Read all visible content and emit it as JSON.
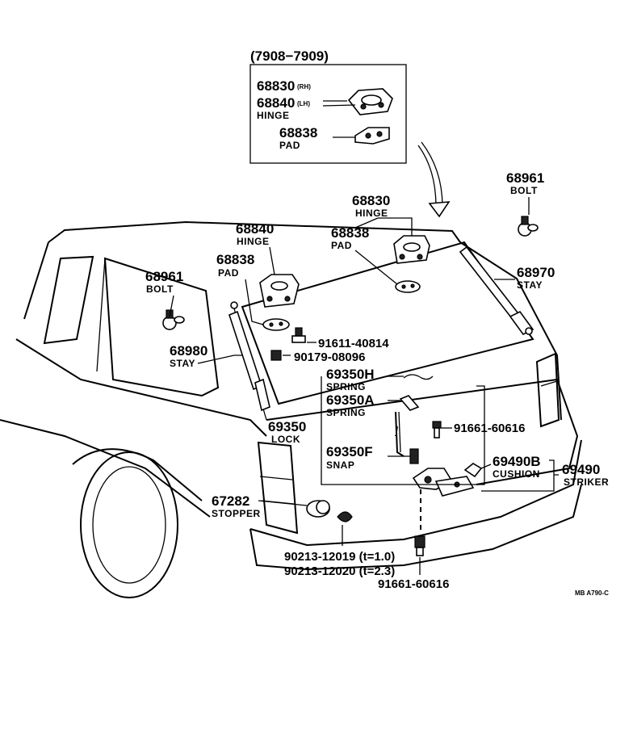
{
  "inset": {
    "title": "(7908−7909)",
    "hinge_rh": "68830",
    "hinge_rh_side": "(RH)",
    "hinge_lh": "68840",
    "hinge_lh_side": "(LH)",
    "hinge_label": "HINGE",
    "pad_num": "68838",
    "pad_label": "PAD"
  },
  "callouts": {
    "bolt_right_num": "68961",
    "bolt_right_label": "BOLT",
    "hinge_right_num": "68830",
    "hinge_right_label": "HINGE",
    "hinge_left_num": "68840",
    "hinge_left_label": "HINGE",
    "pad_right_num": "68838",
    "pad_right_label": "PAD",
    "pad_left_num": "68838",
    "pad_left_label": "PAD",
    "bolt_left_num": "68961",
    "bolt_left_label": "BOLT",
    "stay_right_num": "68970",
    "stay_right_label": "STAY",
    "stay_left_num": "68980",
    "stay_left_label": "STAY",
    "bolt_91611": "91611-40814",
    "bolt_90179": "90179-08096",
    "spring_h_num": "69350H",
    "spring_h_label": "SPRING",
    "spring_a_num": "69350A",
    "spring_a_label": "SPRING",
    "lock_num": "69350",
    "lock_label": "LOCK",
    "snap_num": "69350F",
    "snap_label": "SNAP",
    "screw_upper": "91661-60616",
    "cushion_num": "69490B",
    "cushion_label": "CUSHION",
    "striker_num": "69490",
    "striker_label": "STRIKER",
    "stopper_num": "67282",
    "stopper_label": "STOPPER",
    "shim_1": "90213-12019 (t=1.0)",
    "shim_2": "90213-12020 (t=2.3)",
    "screw_lower": "91661-60616",
    "ref_code": "MB  A790-C"
  }
}
